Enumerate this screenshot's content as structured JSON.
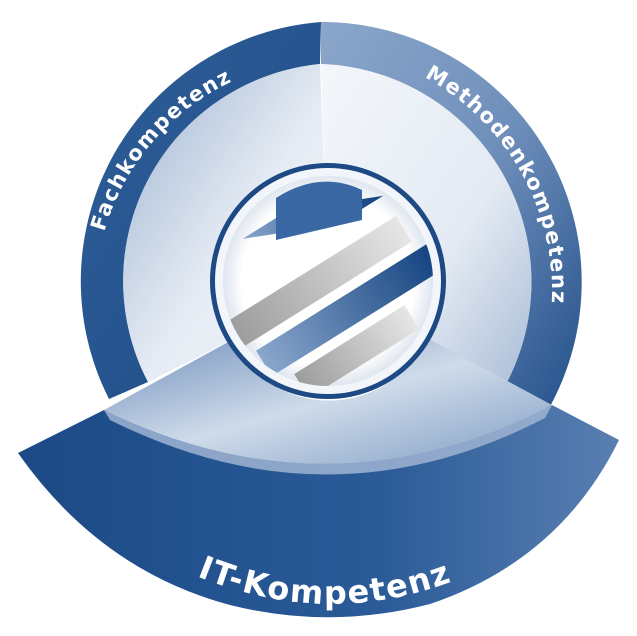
{
  "diagram": {
    "segments": [
      {
        "label": "Fachkompetenz"
      },
      {
        "label": "Methodenkompetenz"
      },
      {
        "label": "IT-Kompetenz"
      }
    ]
  },
  "colors": {
    "outer_ring_dark": "#1f4f8b",
    "inner_light": "#e4ebf4",
    "mid_blue": "#7f9cc2",
    "logo_white": "#ffffff"
  }
}
